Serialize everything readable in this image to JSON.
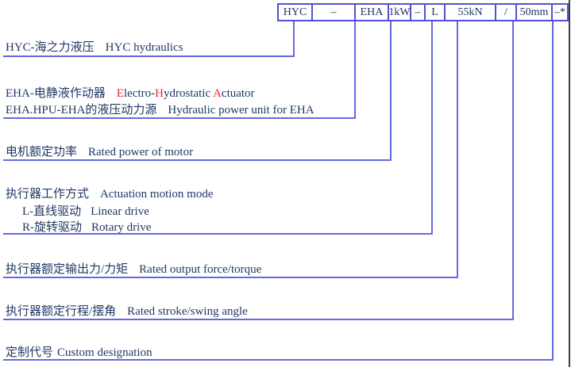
{
  "colors": {
    "line_blue": "#6468e2",
    "box_border_blue": "#4f52d8",
    "text_navy": "#203864",
    "accent_red": "#ee2233",
    "page_edge_dark": "#3f3f3f"
  },
  "code_box": {
    "cells": [
      "HYC",
      "–",
      "EHA",
      "1kW",
      "–",
      "L",
      "55kN",
      "/",
      "50mm",
      "–*"
    ]
  },
  "labels": [
    {
      "zh": "HYC-海之力液压",
      "en": "HYC hydraulics"
    },
    {
      "zh": "EHA-电静液作动器",
      "en_segments": [
        {
          "t": "E",
          "red": true
        },
        {
          "t": "lectro-"
        },
        {
          "t": "H",
          "red": true
        },
        {
          "t": "ydrostatic "
        },
        {
          "t": "A",
          "red": true
        },
        {
          "t": "ctuator"
        }
      ]
    },
    {
      "zh": "EHA.HPU-EHA的液压动力源",
      "en": "Hydraulic power unit for EHA"
    },
    {
      "zh": "电机额定功率",
      "en": "Rated power of motor"
    },
    {
      "zh": "执行器工作方式",
      "en": "Actuation motion mode"
    },
    {
      "zh": "L-直线驱动",
      "en": "Linear drive"
    },
    {
      "zh": "R-旋转驱动",
      "en": "Rotary drive"
    },
    {
      "zh": "执行器额定输出力/力矩",
      "en": "Rated output force/torque"
    },
    {
      "zh": "执行器额定行程/摆角",
      "en": "Rated stroke/swing angle"
    },
    {
      "zh": "定制代号",
      "en": "Custom designation"
    }
  ]
}
